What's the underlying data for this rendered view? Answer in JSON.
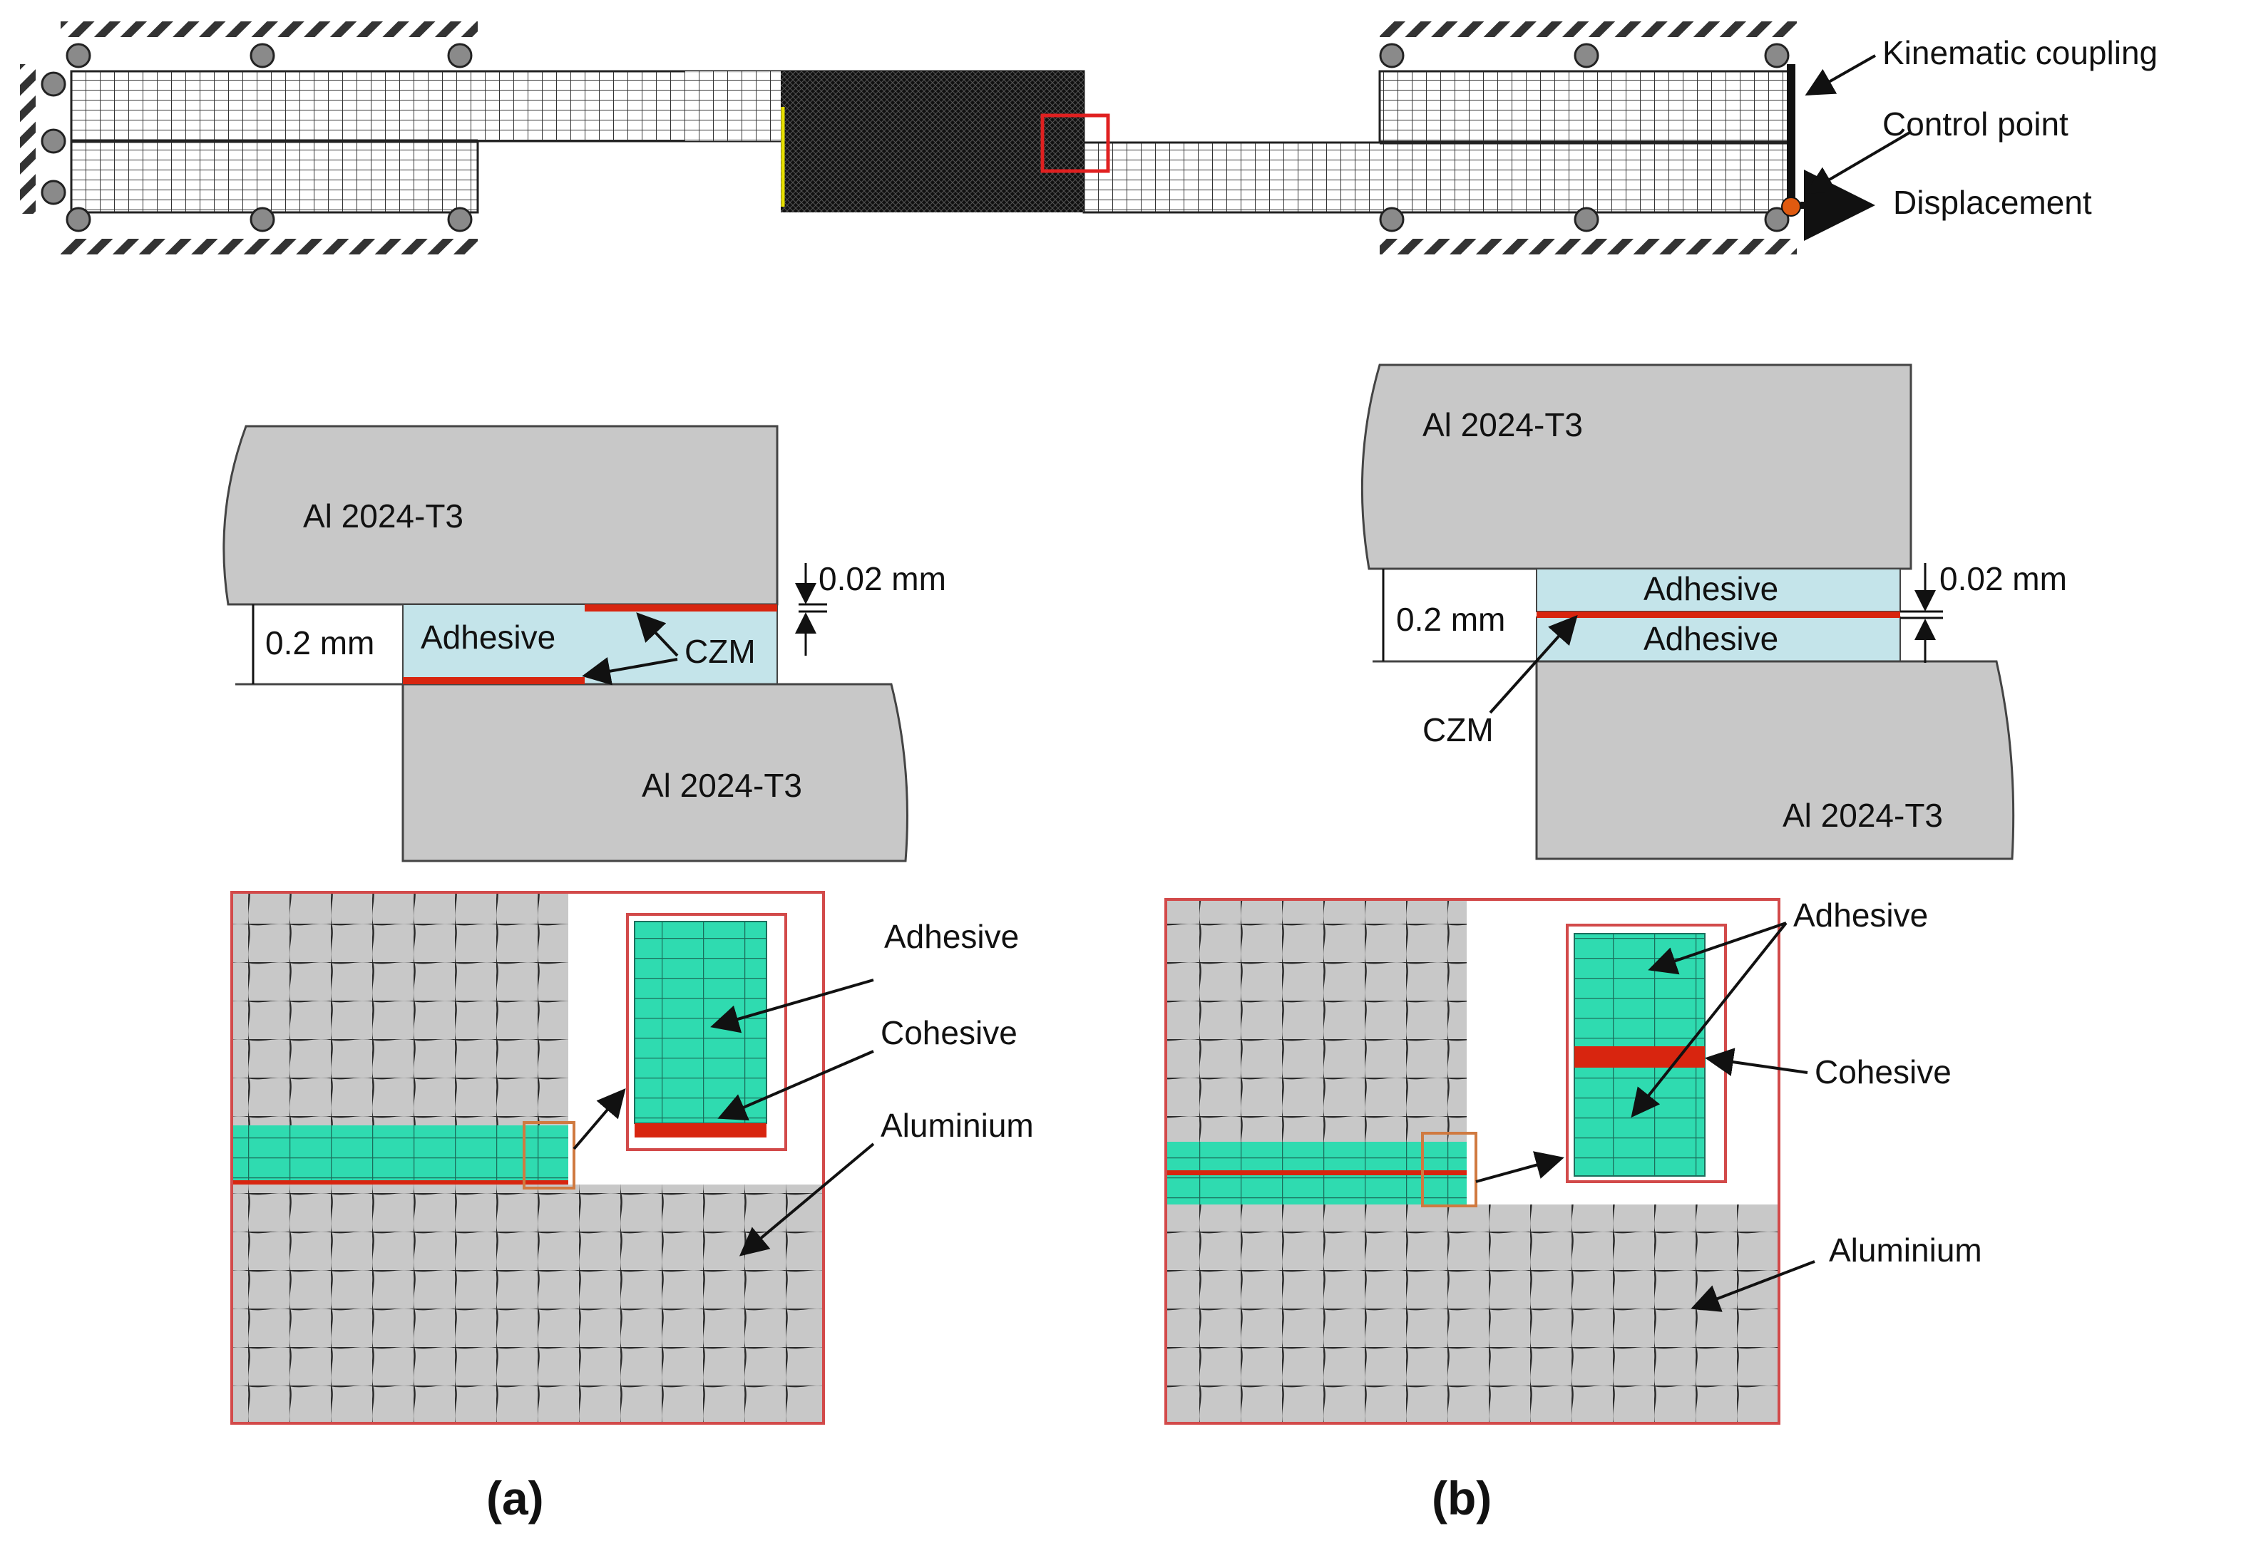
{
  "top_model": {
    "kinematic_coupling": "Kinematic coupling",
    "control_point": "Control point",
    "displacement": "Displacement"
  },
  "panel_a": {
    "al_upper": "Al 2024-T3",
    "al_lower": "Al 2024-T3",
    "adhesive": "Adhesive",
    "czm": "CZM",
    "thickness": "0.2 mm",
    "czm_thickness": "0.02 mm",
    "mesh_adhesive": "Adhesive",
    "mesh_cohesive": "Cohesive",
    "mesh_aluminium": "Aluminium",
    "caption": "(a)"
  },
  "panel_b": {
    "al_upper": "Al 2024-T3",
    "al_lower": "Al 2024-T3",
    "adhesive_upper": "Adhesive",
    "adhesive_lower": "Adhesive",
    "czm": "CZM",
    "thickness": "0.2 mm",
    "czm_thickness": "0.02 mm",
    "mesh_adhesive": "Adhesive",
    "mesh_cohesive": "Cohesive",
    "mesh_aluminium": "Aluminium",
    "caption": "(b)"
  },
  "colors": {
    "aluminium": "#c8c8c8",
    "adhesive_light": "#c4e4ea",
    "adhesive_mesh": "#2fdbb0",
    "cohesive": "#d8250f",
    "frame": "#d24a4a",
    "mesh_line": "#222222"
  },
  "icons": [
    "hatch-ground",
    "roller-support",
    "arrow"
  ]
}
